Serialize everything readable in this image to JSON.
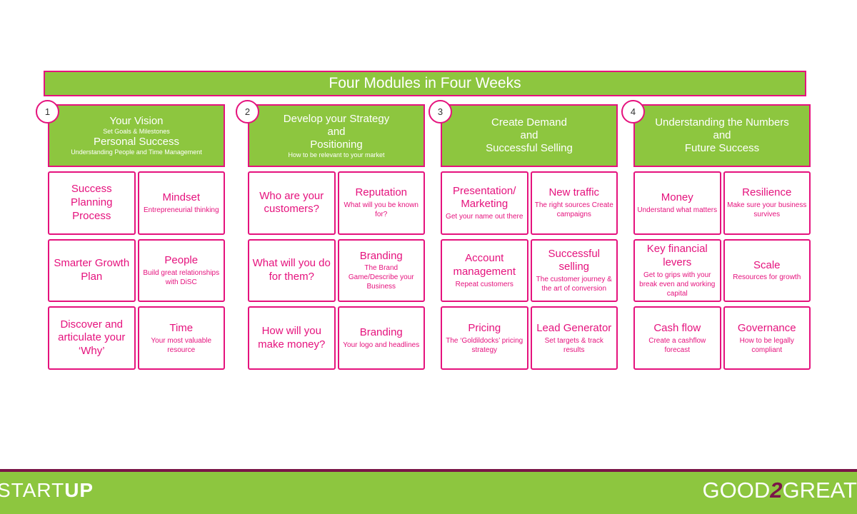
{
  "banner": "Four Modules in Four Weeks",
  "columns": [
    {
      "number": "1",
      "lines": [
        {
          "text": "Your Vision",
          "size": "big"
        },
        {
          "text": "Set Goals & Milestones",
          "size": "small"
        },
        {
          "text": "Personal Success",
          "size": "big"
        },
        {
          "text": "Understanding People and Time Management",
          "size": "small"
        }
      ],
      "cards": [
        {
          "title": "Success Planning Process",
          "sub": ""
        },
        {
          "title": "Mindset",
          "sub": "Entrepreneurial thinking"
        },
        {
          "title": "Smarter Growth Plan",
          "sub": ""
        },
        {
          "title": "People",
          "sub": "Build great relationships with DiSC"
        },
        {
          "title": "Discover and articulate your ‘Why’",
          "sub": ""
        },
        {
          "title": "Time",
          "sub": "Your most valuable resource"
        }
      ]
    },
    {
      "number": "2",
      "lines": [
        {
          "text": "Develop your Strategy",
          "size": "big"
        },
        {
          "text": "and",
          "size": "big"
        },
        {
          "text": "Positioning",
          "size": "big"
        },
        {
          "text": "How to be relevant to your market",
          "size": "small"
        }
      ],
      "cards": [
        {
          "title": "Who are your customers?",
          "sub": ""
        },
        {
          "title": "Reputation",
          "sub": "What will you be known for?"
        },
        {
          "title": "What will you do for them?",
          "sub": ""
        },
        {
          "title": "Branding",
          "sub": "The Brand Game/Describe your Business"
        },
        {
          "title": "How will you make money?",
          "sub": ""
        },
        {
          "title": "Branding",
          "sub": "Your logo and headlines"
        }
      ]
    },
    {
      "number": "3",
      "lines": [
        {
          "text": "Create Demand",
          "size": "big"
        },
        {
          "text": "and",
          "size": "big"
        },
        {
          "text": "Successful Selling",
          "size": "big"
        }
      ],
      "cards": [
        {
          "title": "Presentation/ Marketing",
          "sub": "Get your name out there"
        },
        {
          "title": "New traffic",
          "sub": "The right sources Create campaigns"
        },
        {
          "title": "Account management",
          "sub": "Repeat customers"
        },
        {
          "title": "Successful selling",
          "sub": "The customer journey & the art of conversion"
        },
        {
          "title": "Pricing",
          "sub": "The ‘Goldildocks’ pricing strategy"
        },
        {
          "title": "Lead Generator",
          "sub": "Set targets & track results"
        }
      ]
    },
    {
      "number": "4",
      "lines": [
        {
          "text": "Understanding the Numbers",
          "size": "big"
        },
        {
          "text": "and",
          "size": "big"
        },
        {
          "text": "Future Success",
          "size": "big"
        }
      ],
      "cards": [
        {
          "title": "Money",
          "sub": "Understand what matters"
        },
        {
          "title": "Resilience",
          "sub": "Make sure your business  survives"
        },
        {
          "title": "Key financial levers",
          "sub": "Get to grips with your break even and working capital"
        },
        {
          "title": "Scale",
          "sub": "Resources for growth"
        },
        {
          "title": "Cash flow",
          "sub": "Create a cashflow forecast"
        },
        {
          "title": "Governance",
          "sub": "How to be legally compliant"
        }
      ]
    }
  ],
  "footer": {
    "left_logo_a": "START",
    "left_logo_b": "UP",
    "right_logo_a": "GOOD",
    "right_logo_b": "2",
    "right_logo_c": "GREAT"
  },
  "colors": {
    "green": "#8dc63f",
    "magenta": "#e5127d",
    "plum": "#7a1548"
  }
}
